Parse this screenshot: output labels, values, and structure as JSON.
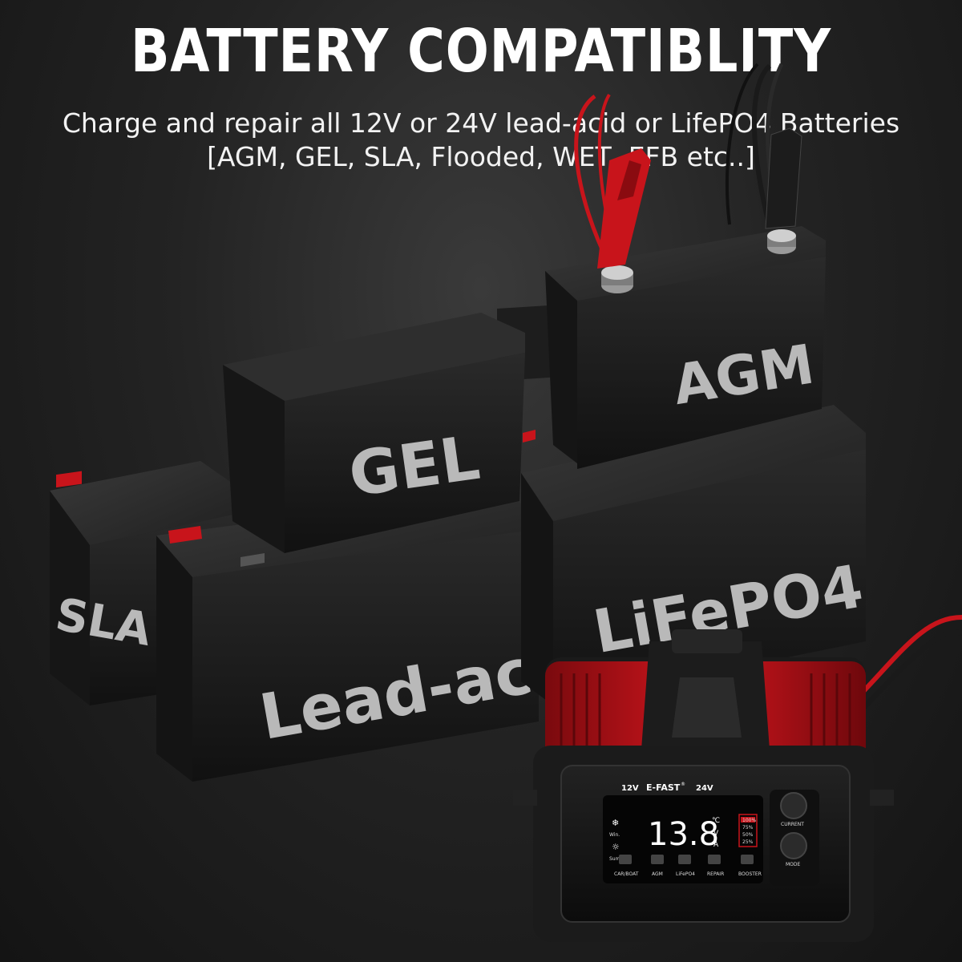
{
  "header": {
    "title": "BATTERY COMPATIBLITY",
    "subtitle_line1": "Charge and repair all 12V or 24V lead-acid or LifePO4 Batteries",
    "subtitle_line2": "[AGM, GEL, SLA, Flooded, WET, EFB etc..]"
  },
  "batteries": {
    "sla": "SLA",
    "lead_acid": "Lead-acid",
    "gel": "GEL",
    "agm": "AGM",
    "lifepo4": "LiFePO4"
  },
  "charger": {
    "brand": "E-FAST",
    "brand_mark": "®",
    "voltage_left": "12V",
    "voltage_right": "24V",
    "display_value": "13.8",
    "unit_celsius": "℃",
    "unit_volt": "V",
    "unit_amp": "A",
    "season_winter": "Win.",
    "season_summer": "Sum.",
    "levels": [
      "100%",
      "75%",
      "50%",
      "25%"
    ],
    "modes": [
      "CAR/BOAT",
      "AGM",
      "LiFePO4",
      "REPAIR",
      "BOOSTER"
    ],
    "current_button": "CURRENT",
    "mode_button": "MODE"
  },
  "colors": {
    "accent_red": "#c8141b",
    "background": "#1e1e1e",
    "battery_label": "#b9b9b9"
  }
}
